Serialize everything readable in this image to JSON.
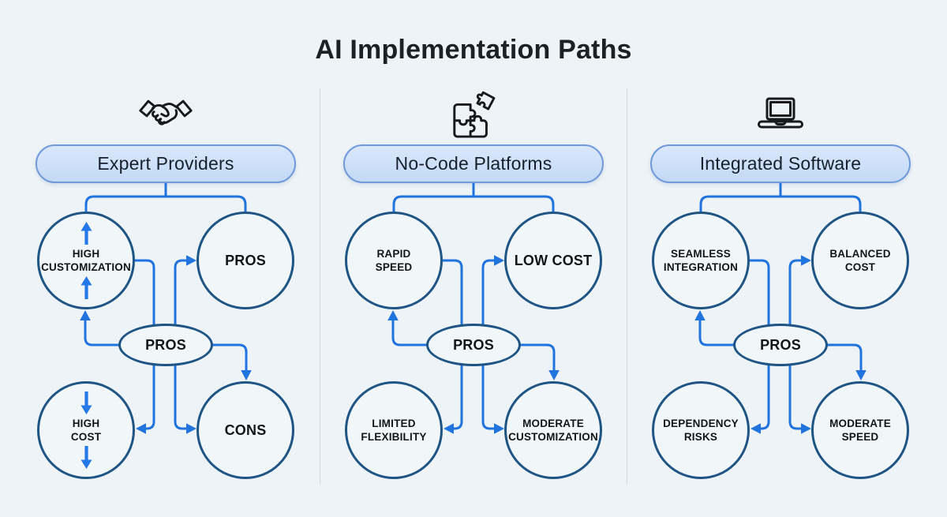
{
  "title": "AI Implementation Paths",
  "colors": {
    "background": "#edf3f6",
    "connector_blue": "#2173dd",
    "node_border_navy": "#1f5584",
    "pill_border_blue": "#6f99da",
    "pill_fill_blue": "#c9dcf7",
    "title_color": "#1c2126",
    "label_color": "#121619"
  },
  "columns": [
    {
      "id": "expert-providers",
      "icon": "handshake-icon",
      "header": "Expert Providers",
      "nodes": {
        "top_left": {
          "lines": [
            "HIGH",
            "CUSTOMIZATION"
          ],
          "arrows": "up"
        },
        "top_right": {
          "lines": [
            "PROS"
          ],
          "arrows": null
        },
        "center": {
          "lines": [
            "PROS"
          ],
          "arrows": null
        },
        "bottom_left": {
          "lines": [
            "HIGH",
            "COST"
          ],
          "arrows": "down"
        },
        "bottom_right": {
          "lines": [
            "CONS"
          ],
          "arrows": null
        }
      }
    },
    {
      "id": "no-code-platforms",
      "icon": "puzzle-icon",
      "header": "No-Code Platforms",
      "nodes": {
        "top_left": {
          "lines": [
            "RAPID",
            "SPEED"
          ],
          "arrows": null
        },
        "top_right": {
          "lines": [
            "LOW COST"
          ],
          "arrows": null
        },
        "center": {
          "lines": [
            "PROS"
          ],
          "arrows": null
        },
        "bottom_left": {
          "lines": [
            "LIMITED",
            "FLEXIBILITY"
          ],
          "arrows": null
        },
        "bottom_right": {
          "lines": [
            "MODERATE",
            "CUSTOMIZATION"
          ],
          "arrows": null
        }
      }
    },
    {
      "id": "integrated-software",
      "icon": "laptop-icon",
      "header": "Integrated Software",
      "nodes": {
        "top_left": {
          "lines": [
            "SEAMLESS",
            "INTEGRATION"
          ],
          "arrows": null
        },
        "top_right": {
          "lines": [
            "BALANCED",
            "COST"
          ],
          "arrows": null
        },
        "center": {
          "lines": [
            "PROS"
          ],
          "arrows": null
        },
        "bottom_left": {
          "lines": [
            "DEPENDENCY",
            "RISKS"
          ],
          "arrows": null
        },
        "bottom_right": {
          "lines": [
            "MODERATE",
            "SPEED"
          ],
          "arrows": null
        }
      }
    }
  ]
}
